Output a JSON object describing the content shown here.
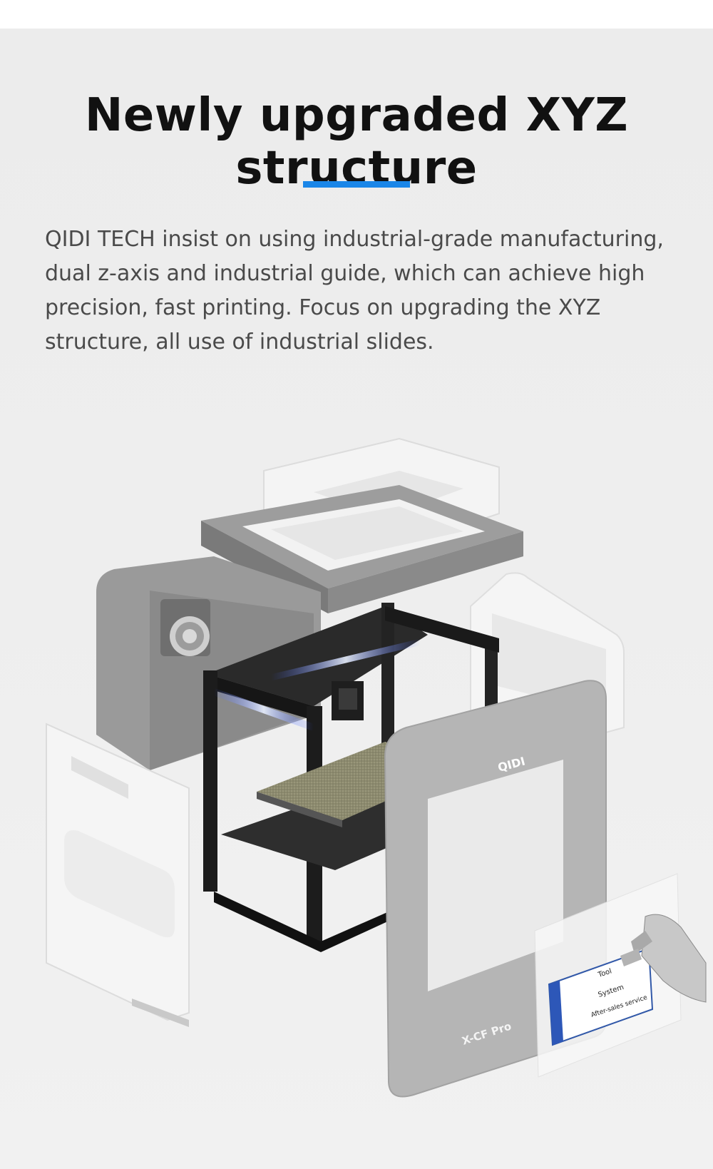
{
  "heading": "Newly upgraded XYZ structure",
  "description": "QIDI TECH insist on using industrial-grade manufacturing, dual z-axis and industrial guide, which can achieve high precision, fast printing. Focus on upgrading the XYZ structure, all use of industrial slides.",
  "colors": {
    "accent": "#1a86e8",
    "background": "#eeeeee",
    "frame": "#1c1c1c"
  },
  "printer": {
    "brand_logo": "QIDI",
    "model_label": "X-CF Pro",
    "screen_menu": [
      "Tool",
      "System",
      "After-sales service"
    ]
  }
}
